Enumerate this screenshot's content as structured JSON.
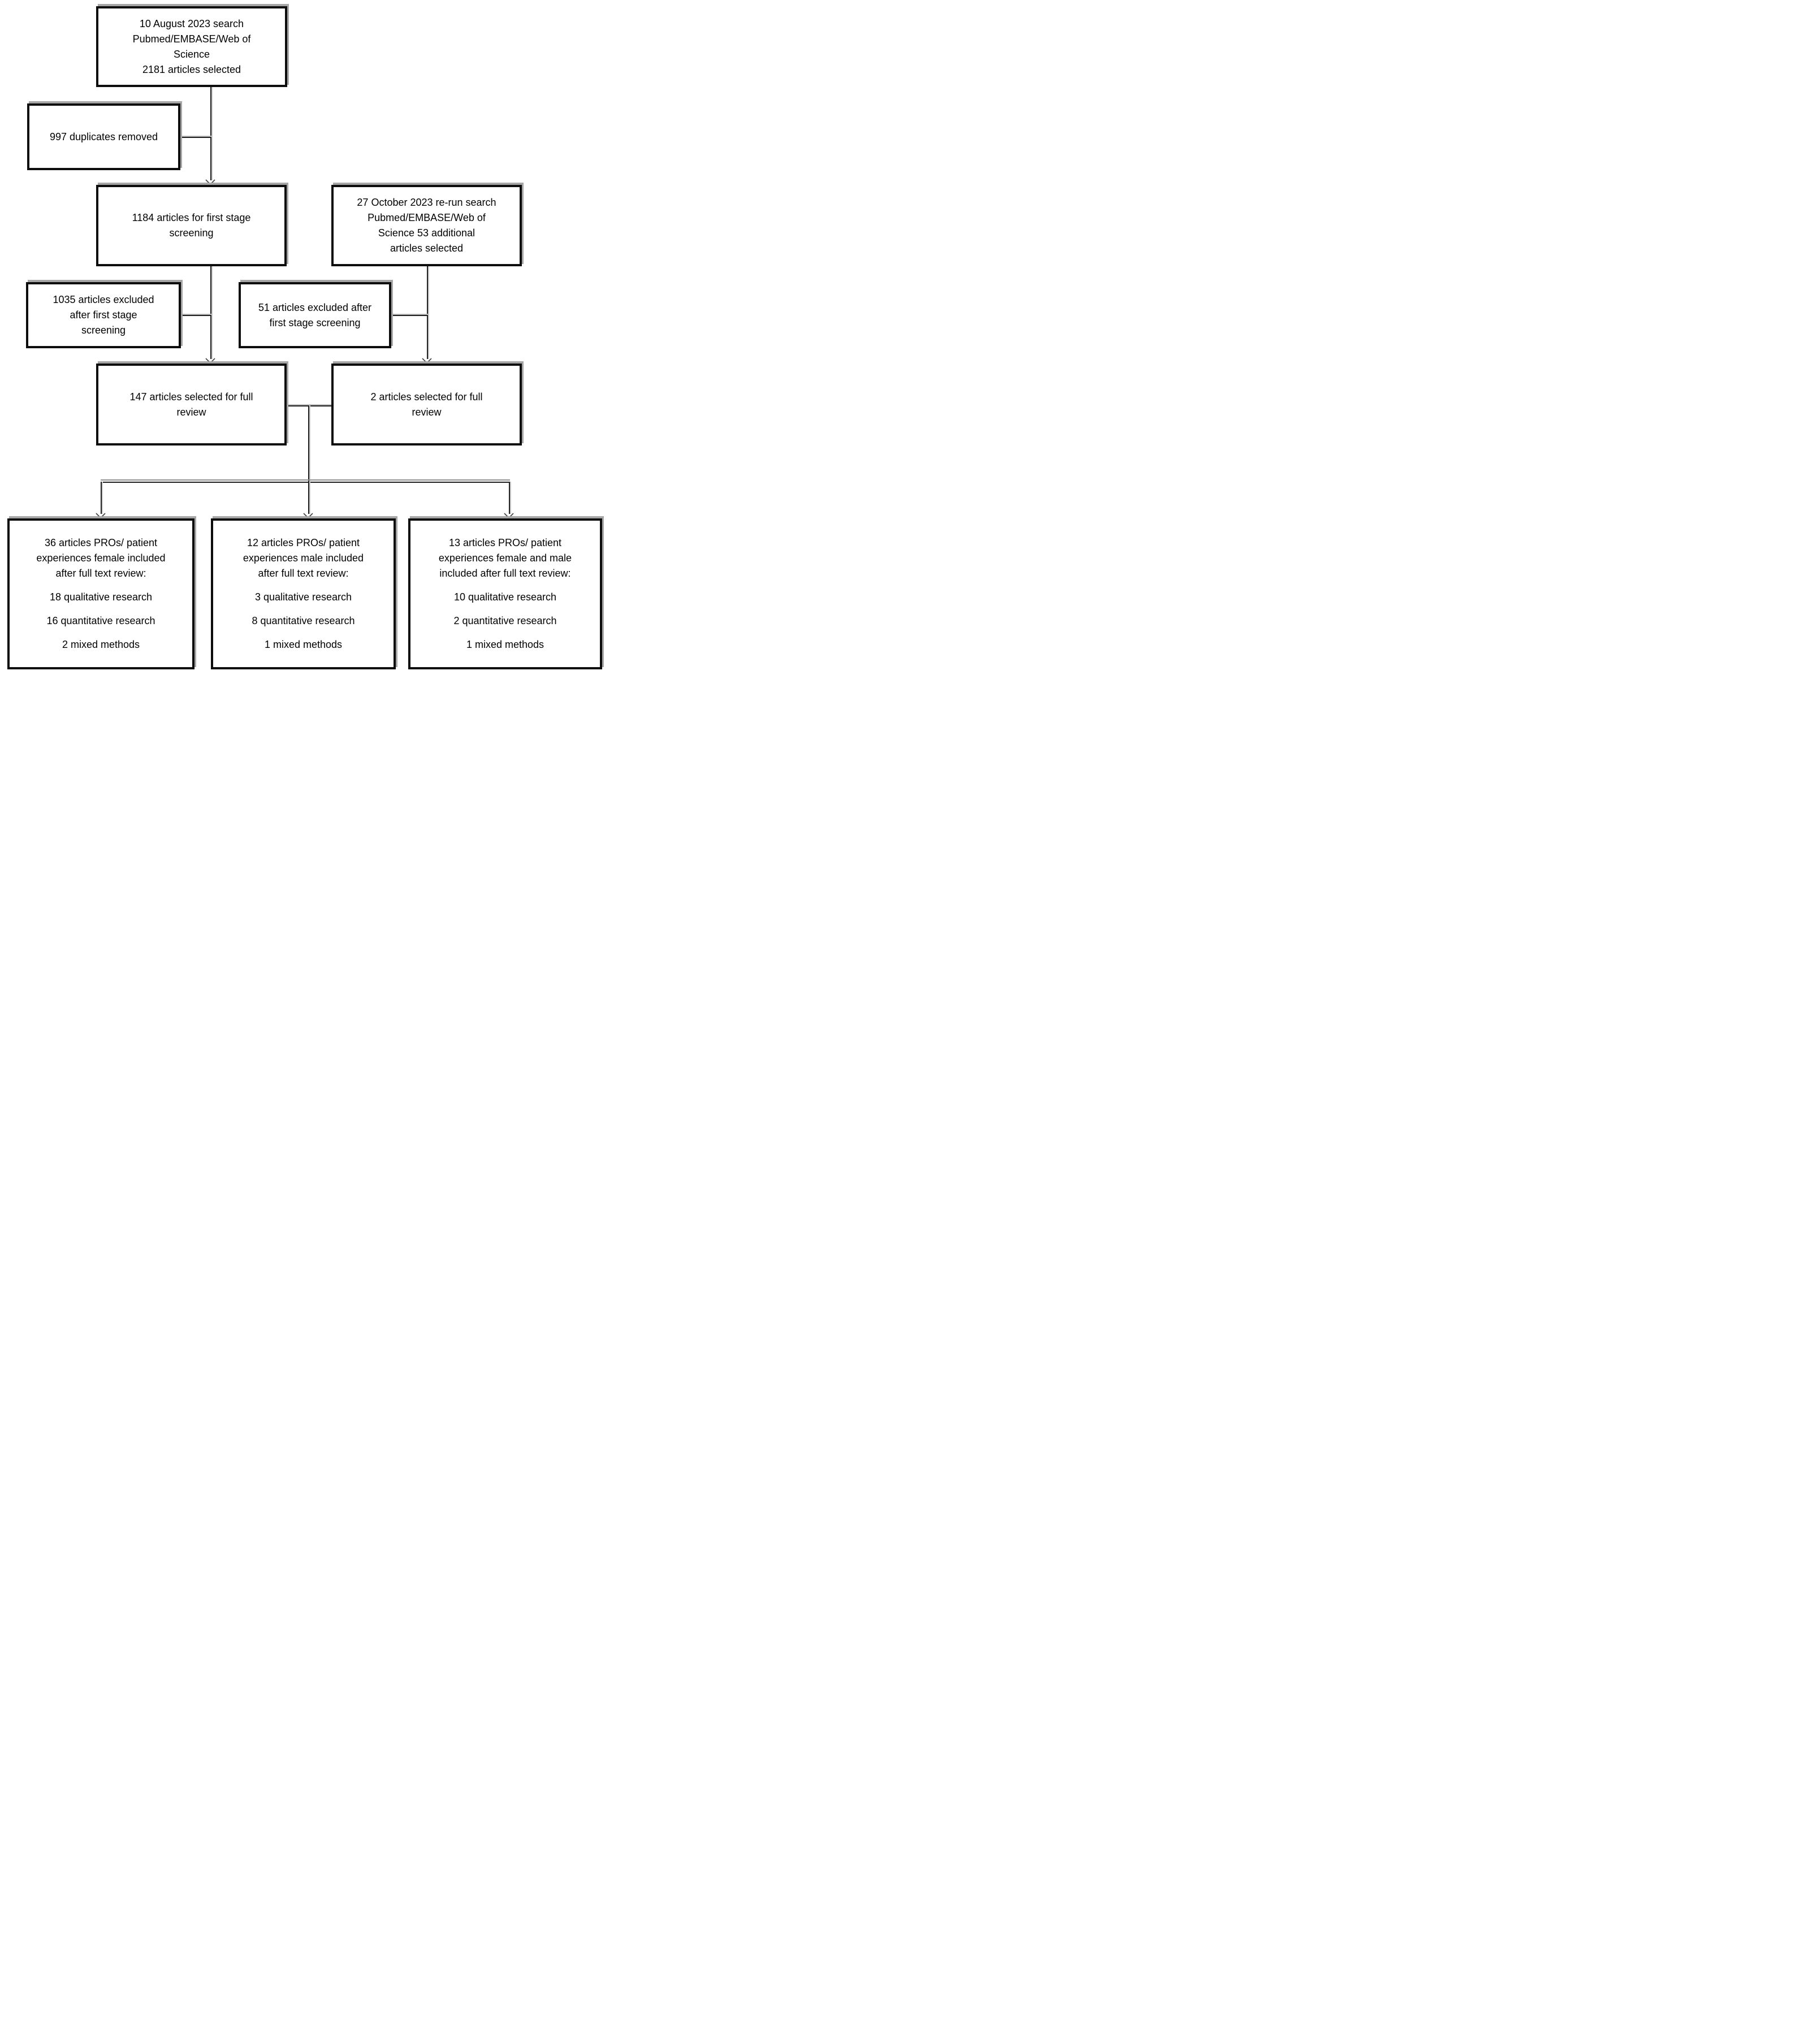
{
  "colors": {
    "background": "#ffffff",
    "box_border": "#0d0d0d",
    "box_shadow": "#a6a6a6",
    "connector_line": "#1f1f1f",
    "text": "#000000"
  },
  "icons": {
    "arrowhead": "chevron-down open arrow"
  },
  "nodes": {
    "initial_search": {
      "label": "10 August 2023 search\nPubmed/EMBASE/Web of\nScience\n2181 articles selected"
    },
    "duplicates_removed": {
      "label": "997 duplicates removed"
    },
    "first_stage_screening": {
      "label": "1184 articles for first stage\nscreening"
    },
    "rerun_search": {
      "label": "27 October 2023 re-run search\nPubmed/EMBASE/Web of\nScience 53 additional\narticles selected"
    },
    "excluded_first_stage": {
      "label": "1035 articles excluded\nafter first stage\nscreening"
    },
    "excluded_rerun": {
      "label": "51 articles excluded after\nfirst stage screening"
    },
    "full_review": {
      "label": "147 articles selected for full\nreview"
    },
    "full_review_rerun": {
      "label": "2 articles selected for full\nreview"
    },
    "included_female": {
      "title": "36 articles PROs/ patient\nexperiences female included\nafter full text review:",
      "stats": [
        "18 qualitative research",
        "16 quantitative research",
        "2 mixed methods"
      ]
    },
    "included_male": {
      "title": "12 articles PROs/ patient\nexperiences male included\nafter full text review:",
      "stats": [
        "3 qualitative research",
        "8 quantitative research",
        "1 mixed methods"
      ]
    },
    "included_female_male": {
      "title": "13 articles PROs/ patient\nexperiences female and male\nincluded after full text review:",
      "stats": [
        "10 qualitative research",
        "2 quantitative research",
        "1 mixed methods"
      ]
    }
  }
}
